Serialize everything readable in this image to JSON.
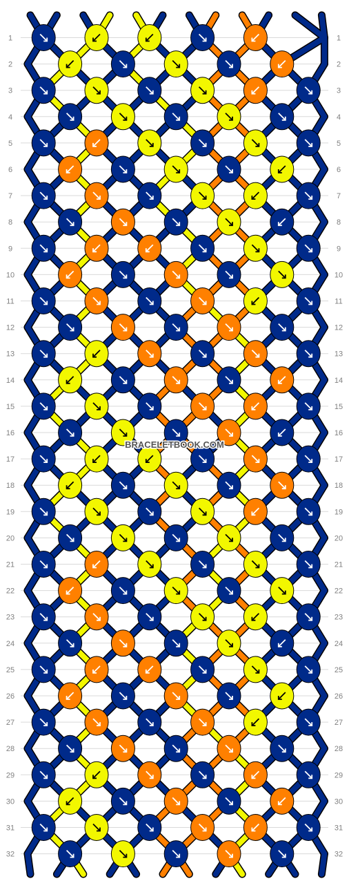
{
  "site_watermark": "BRACELETBOOK.COM",
  "colors": {
    "B": "#002a8a",
    "C": "#f2f700",
    "A": "#ff8000",
    "arrow": "#ffffff",
    "line": "#d9d9d9",
    "row_label": "#808080",
    "knot_outline": "#000000"
  },
  "strings": [
    "B",
    "B",
    "B",
    "C",
    "C",
    "B",
    "B",
    "A",
    "A",
    "B",
    "B",
    "B"
  ],
  "rows": [
    "1",
    "2",
    "3",
    "4",
    "5",
    "6",
    "7",
    "8",
    "9",
    "10",
    "11",
    "12",
    "13",
    "14",
    "15",
    "16",
    "17",
    "18",
    "19",
    "20",
    "21",
    "22",
    "23",
    "24",
    "25",
    "26",
    "27",
    "28",
    "29",
    "30",
    "31",
    "32"
  ],
  "knots": [
    [
      "BBR",
      "CCL",
      "CCL",
      "BBR",
      "AAL"
    ],
    [
      "CCL",
      "BBR",
      "CCR",
      "BBR",
      "AAL"
    ],
    [
      "BBR",
      "CCR",
      "BBR",
      "CCR",
      "AAL",
      "BBR"
    ],
    [
      "BBR",
      "CCR",
      "BBR",
      "CCR",
      "BBR"
    ],
    [
      "BBR",
      "AAL",
      "CCR",
      "BBR",
      "CCR",
      "BBR"
    ],
    [
      "AAL",
      "BBR",
      "CCR",
      "BBR",
      "CCL"
    ],
    [
      "BBR",
      "AAR",
      "BBR",
      "CCR",
      "CCL",
      "BBR"
    ],
    [
      "BBR",
      "AAR",
      "BBR",
      "CCR",
      "BBL"
    ],
    [
      "BBR",
      "AAL",
      "AAL",
      "BBR",
      "CCR",
      "BBR"
    ],
    [
      "AAL",
      "BBR",
      "AAR",
      "BBR",
      "CCR"
    ],
    [
      "BBR",
      "AAR",
      "BBR",
      "AAR",
      "CCL",
      "BBR"
    ],
    [
      "BBR",
      "AAR",
      "BBR",
      "AAR",
      "BBR"
    ],
    [
      "BBR",
      "CCL",
      "AAR",
      "BBR",
      "AAR",
      "BBR"
    ],
    [
      "CCL",
      "BBR",
      "AAR",
      "BBR",
      "AAL"
    ],
    [
      "BBR",
      "CCR",
      "BBR",
      "AAR",
      "AAL",
      "BBR"
    ],
    [
      "BBR",
      "CCR",
      "BBR",
      "AAR",
      "BBL"
    ],
    [
      "BBR",
      "CCL",
      "CCL",
      "BBR",
      "AAR",
      "BBR"
    ],
    [
      "CCL",
      "BBR",
      "CCR",
      "BBR",
      "AAR"
    ],
    [
      "BBR",
      "CCR",
      "BBR",
      "CCR",
      "AAL",
      "BBR"
    ],
    [
      "BBR",
      "CCR",
      "BBR",
      "CCR",
      "BBR"
    ],
    [
      "BBR",
      "AAL",
      "CCR",
      "BBR",
      "CCR",
      "BBR"
    ],
    [
      "AAL",
      "BBR",
      "CCR",
      "BBR",
      "CCR"
    ],
    [
      "BBR",
      "AAR",
      "BBR",
      "CCR",
      "CCL",
      "BBR"
    ],
    [
      "BBR",
      "AAR",
      "BBR",
      "CCR",
      "BBL"
    ],
    [
      "BBR",
      "AAL",
      "AAL",
      "BBR",
      "CCR",
      "BBR"
    ],
    [
      "AAL",
      "BBR",
      "AAR",
      "BBR",
      "CCL"
    ],
    [
      "BBR",
      "AAR",
      "BBR",
      "AAR",
      "CCL",
      "BBR"
    ],
    [
      "BBR",
      "AAR",
      "BBR",
      "AAR",
      "BBR"
    ],
    [
      "BBR",
      "CCL",
      "AAR",
      "BBR",
      "AAL",
      "BBR"
    ],
    [
      "CCL",
      "BBR",
      "AAR",
      "BBR",
      "AAL"
    ],
    [
      "BBR",
      "CCR",
      "BBR",
      "AAR",
      "AAL",
      "BBR"
    ],
    [
      "BBR",
      "CCR",
      "BBR",
      "AAR",
      "BBR"
    ]
  ]
}
